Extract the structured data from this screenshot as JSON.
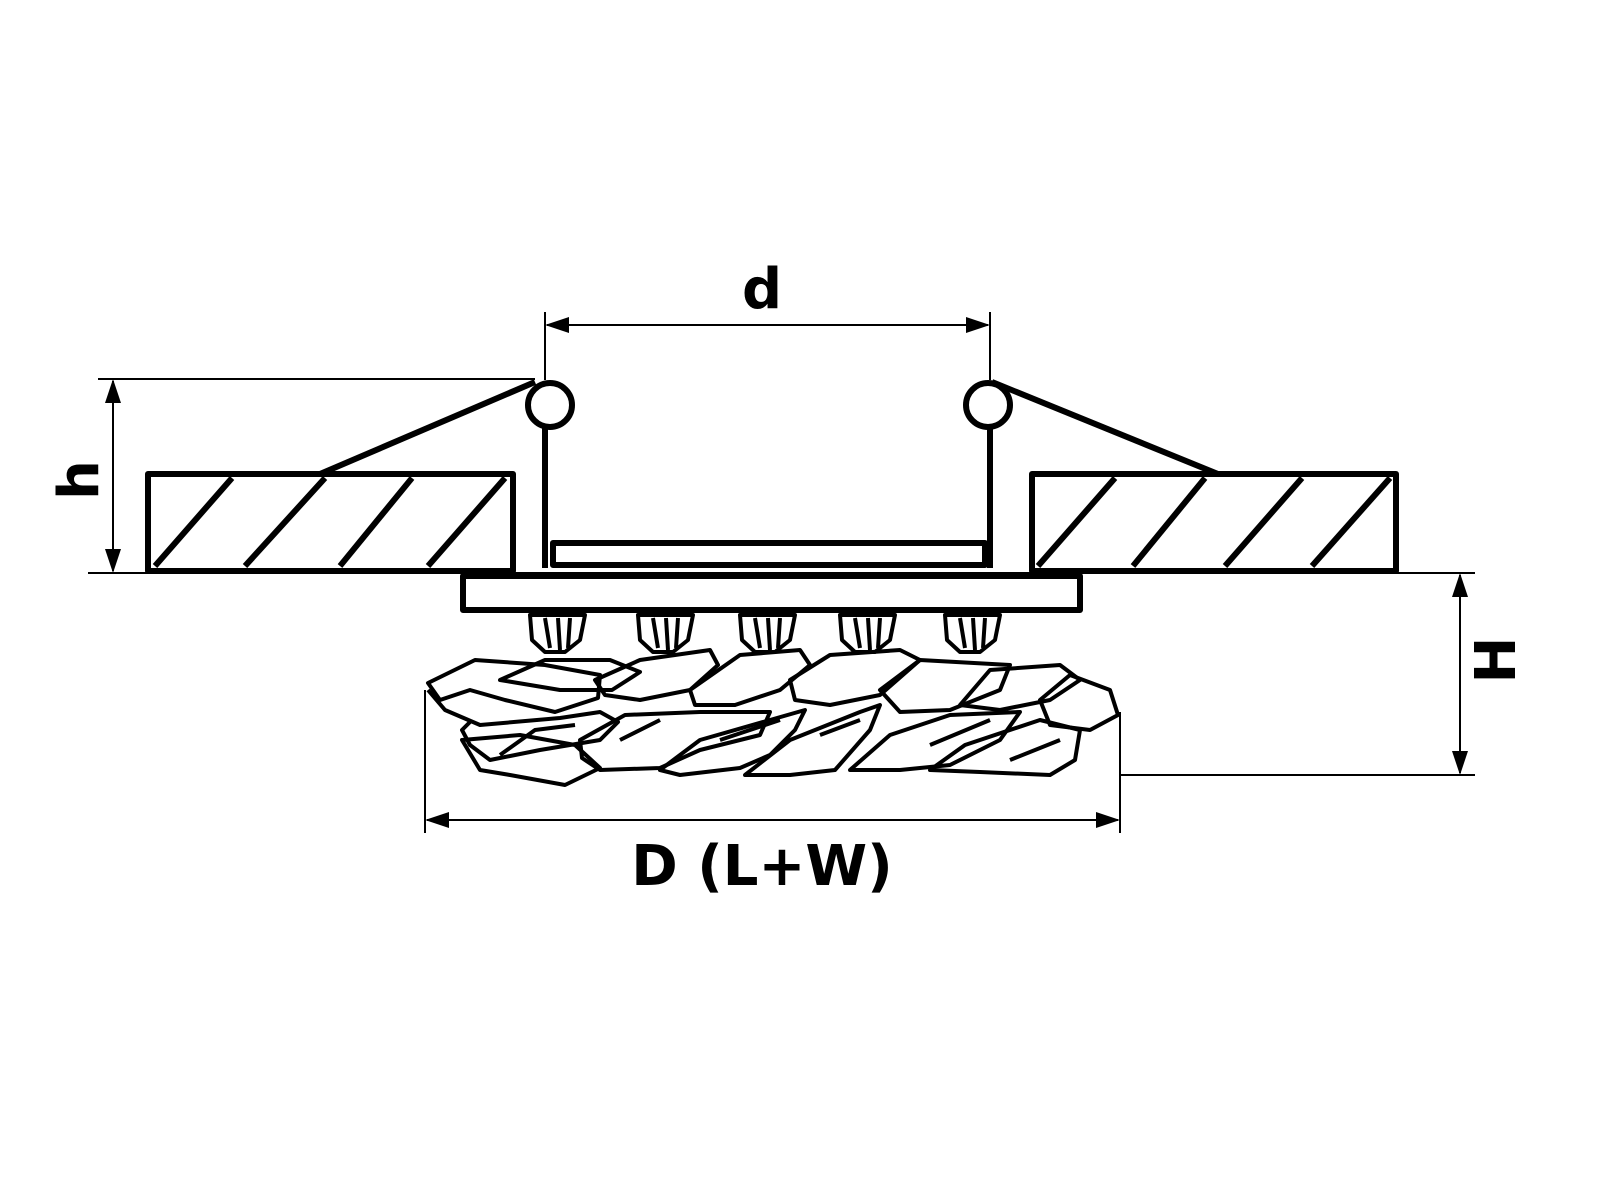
{
  "diagram": {
    "labels": {
      "cutout_diameter": "d",
      "recessed_height": "h",
      "visible_height": "H",
      "overall_diameter": "D (L+W)"
    },
    "colors": {
      "line": "#000000",
      "background": "#ffffff"
    }
  }
}
